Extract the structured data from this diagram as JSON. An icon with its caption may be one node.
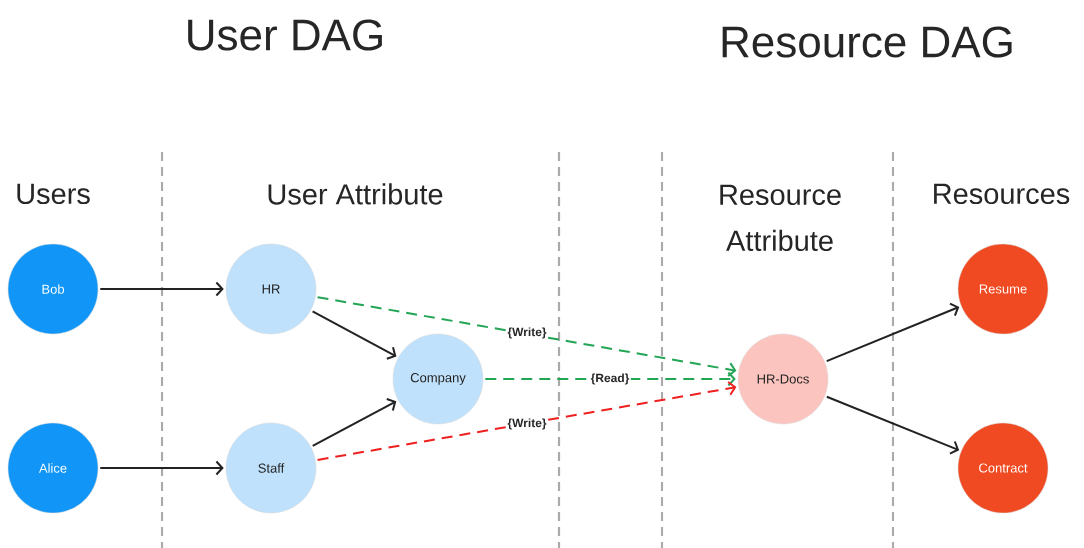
{
  "diagram": {
    "nodes": [
      {
        "text": [
          "Bob"
        ]
      },
      {
        "text": [
          "Alice"
        ]
      },
      {
        "text": [
          "HR"
        ]
      },
      {
        "text": [
          "Staff"
        ]
      },
      {
        "text": [
          "Company"
        ]
      },
      {
        "text": [
          "HR-Docs"
        ]
      },
      {
        "text": [
          "Resume"
        ]
      },
      {
        "text": [
          "Contract"
        ]
      }
    ],
    "edges": [
      {
        "from": 0,
        "to": 2,
        "arrow": "to"
      },
      {
        "from": 1,
        "to": 3,
        "arrow": "to"
      },
      {
        "from": 2,
        "to": 4,
        "arrow": "to"
      },
      {
        "from": 3,
        "to": 4,
        "arrow": "to"
      },
      {
        "from": 2,
        "to": 5,
        "arrow": "to",
        "label": "{Write}",
        "style": "dashed",
        "color": "#22a555"
      },
      {
        "from": 4,
        "to": 5,
        "arrow": "to",
        "label": "{Read}",
        "style": "dashed",
        "color": "#22a555"
      },
      {
        "from": 3,
        "to": 5,
        "arrow": "to",
        "label": "{Write}",
        "style": "dashed",
        "color": "#ee2020"
      },
      {
        "from": 5,
        "to": 6,
        "arrow": "to"
      },
      {
        "from": 5,
        "to": 7,
        "arrow": "to"
      }
    ],
    "labels": [
      "User DAG",
      "Resource DAG",
      "Users",
      "User Attribute",
      "Resource Attribute",
      "Resources"
    ]
  }
}
